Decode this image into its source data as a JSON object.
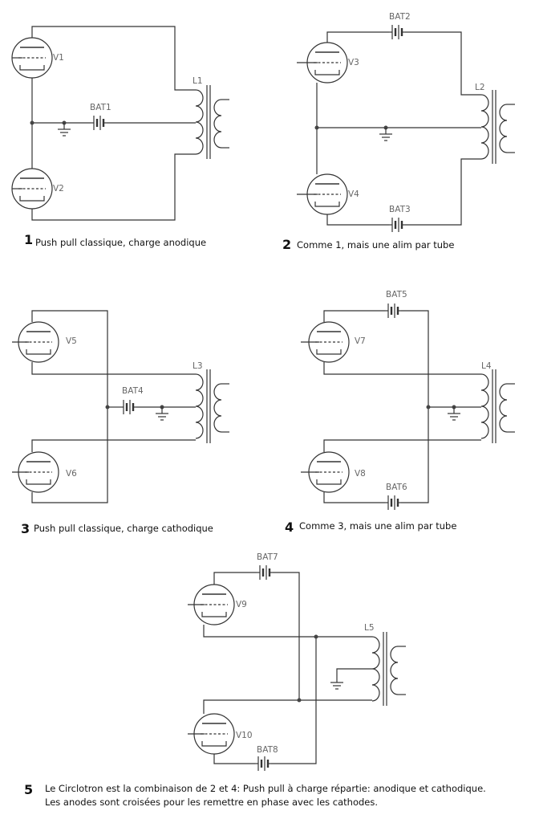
{
  "diagrams": [
    {
      "number": "1",
      "caption": "Push pull classique, charge anodique",
      "tubes": [
        "V1",
        "V2"
      ],
      "batteries": [
        "BAT1"
      ],
      "transformer": "L1"
    },
    {
      "number": "2",
      "caption": "Comme 1, mais une alim par tube",
      "tubes": [
        "V3",
        "V4"
      ],
      "batteries": [
        "BAT2",
        "BAT3"
      ],
      "transformer": "L2"
    },
    {
      "number": "3",
      "caption": "Push pull classique, charge cathodique",
      "tubes": [
        "V5",
        "V6"
      ],
      "batteries": [
        "BAT4"
      ],
      "transformer": "L3"
    },
    {
      "number": "4",
      "caption": "Comme 3, mais une alim par tube",
      "tubes": [
        "V7",
        "V8"
      ],
      "batteries": [
        "BAT5",
        "BAT6"
      ],
      "transformer": "L4"
    },
    {
      "number": "5",
      "caption": "Le Circlotron est la combinaison de 2 et 4: Push pull à charge répartie: anodique et cathodique.",
      "caption2": "Les anodes sont croisées pour les remettre en phase avec les cathodes.",
      "tubes": [
        "V9",
        "V10"
      ],
      "batteries": [
        "BAT7",
        "BAT8"
      ],
      "transformer": "L5"
    }
  ]
}
